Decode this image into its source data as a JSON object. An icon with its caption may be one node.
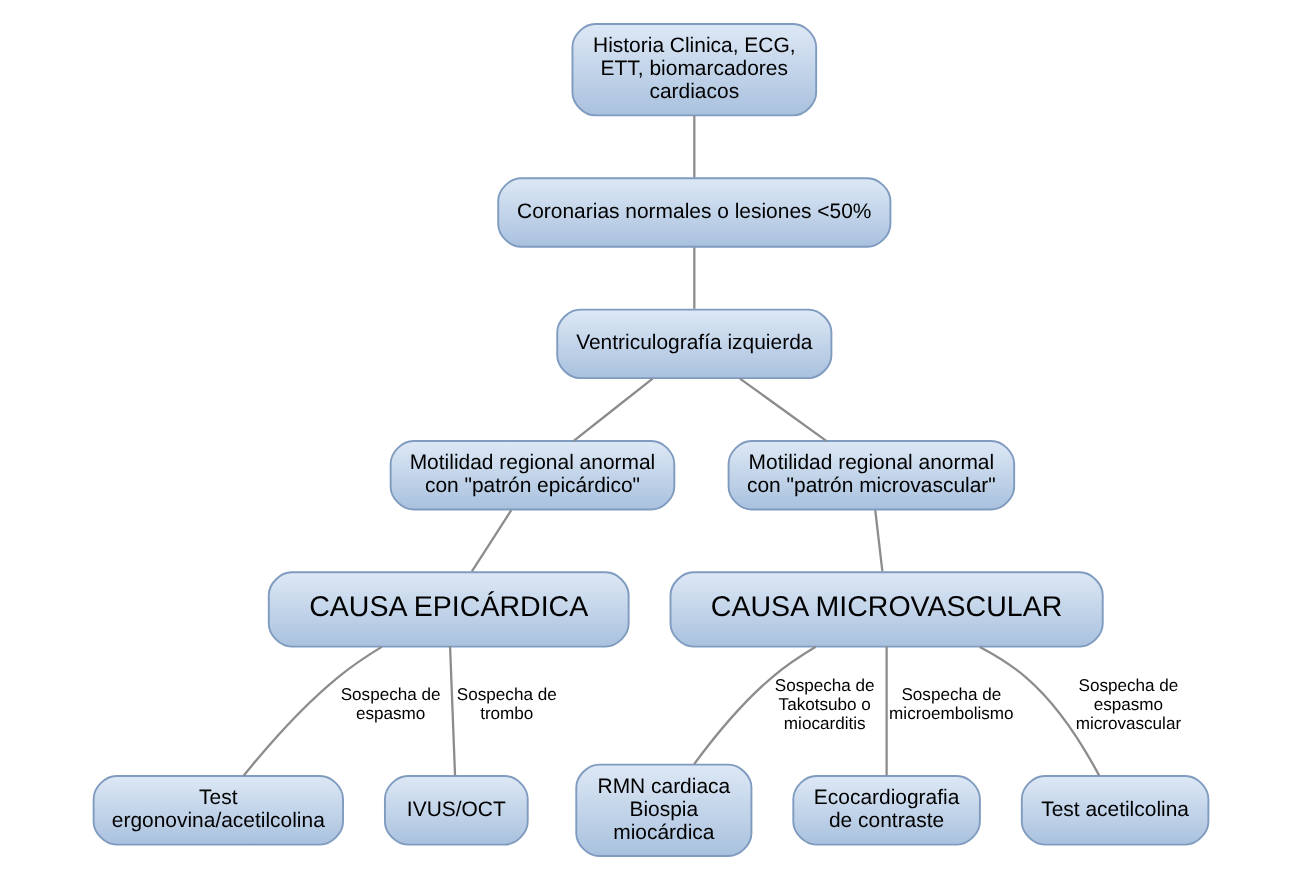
{
  "diagram": {
    "nodes": [
      {
        "text": [
          "Historia Clinica, ECG, ETT, biomarcadores cardiacos"
        ]
      },
      {
        "text": [
          "Coronarias normales o lesiones <50%"
        ]
      },
      {
        "text": [
          "Ventriculografía izquierda"
        ]
      },
      {
        "text": [
          "Motilidad regional anormal con \"patrón epicárdico\""
        ]
      },
      {
        "text": [
          "Motilidad regional anormal con \"patrón microvascular\""
        ]
      },
      {
        "text": [
          "CAUSA EPICÁRDICA"
        ]
      },
      {
        "text": [
          "CAUSA MICROVASCULAR"
        ]
      },
      {
        "text": [
          "Test ergonovina/acetilcolina"
        ]
      },
      {
        "text": [
          "IVUS/OCT"
        ]
      },
      {
        "text": [
          "RMN cardiaca Biospia miocárdica"
        ]
      },
      {
        "text": [
          "Ecocardiografia de contraste"
        ]
      },
      {
        "text": [
          "Test acetilcolina"
        ]
      }
    ],
    "edges": [
      {
        "from": 0,
        "to": 1,
        "arrow": "none"
      },
      {
        "from": 1,
        "to": 2,
        "arrow": "none"
      },
      {
        "from": 2,
        "to": 3,
        "arrow": "none"
      },
      {
        "from": 2,
        "to": 4,
        "arrow": "none"
      },
      {
        "from": 3,
        "to": 5,
        "arrow": "none"
      },
      {
        "from": 4,
        "to": 6,
        "arrow": "none"
      },
      {
        "from": 5,
        "to": 7,
        "arrow": "none",
        "label": "Sospecha de espasmo"
      },
      {
        "from": 5,
        "to": 8,
        "arrow": "none",
        "label": "Sospecha de trombo"
      },
      {
        "from": 6,
        "to": 9,
        "arrow": "none",
        "label": "Sospecha de Takotsubo o miocarditis"
      },
      {
        "from": 6,
        "to": 10,
        "arrow": "none",
        "label": "Sospecha de microembolismo"
      },
      {
        "from": 6,
        "to": 11,
        "arrow": "none",
        "label": "Sospecha de espasmo microvascular"
      }
    ]
  }
}
